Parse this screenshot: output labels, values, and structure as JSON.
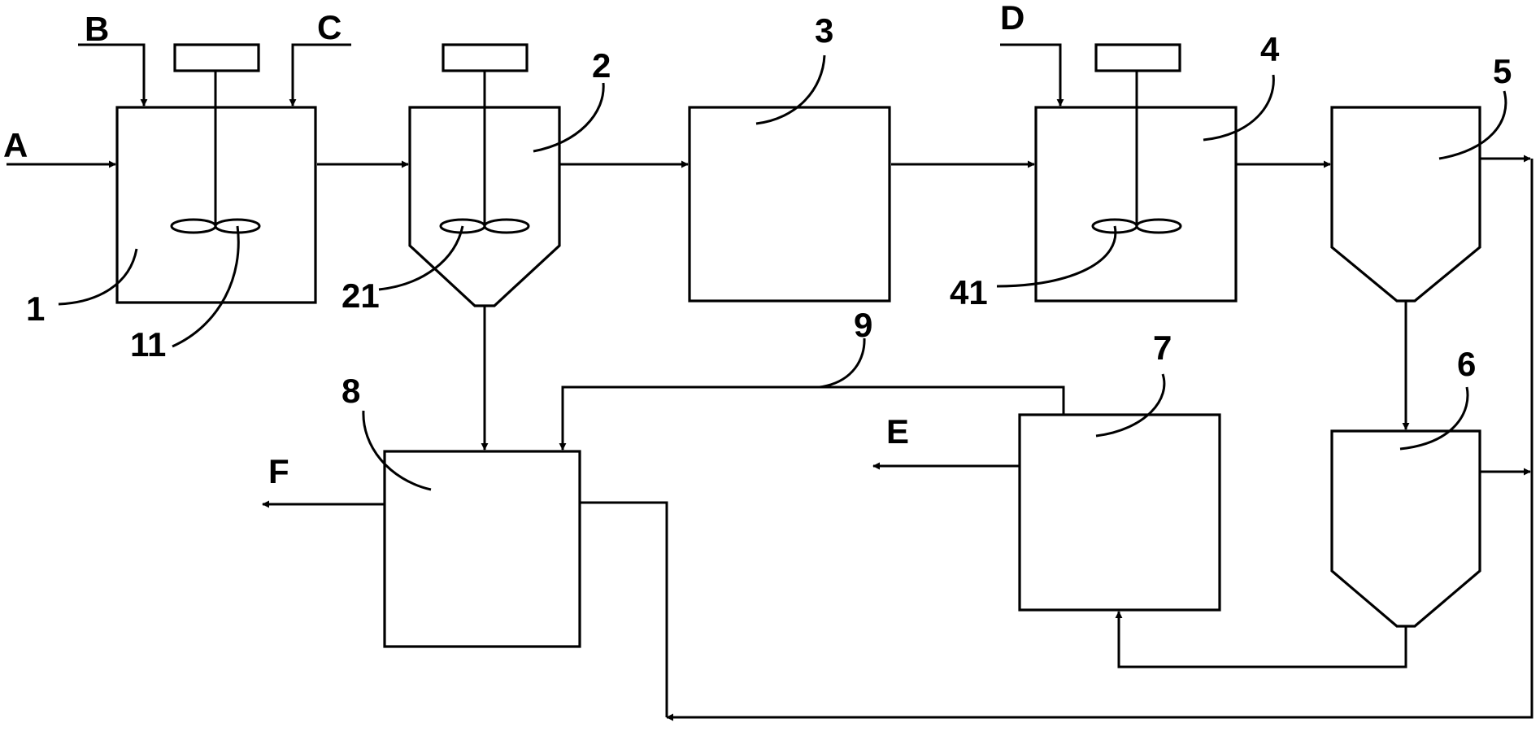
{
  "diagram": {
    "stream_labels": {
      "A": "A",
      "B": "B",
      "C": "C",
      "D": "D",
      "E": "E",
      "F": "F"
    },
    "unit_labels": {
      "u1": "1",
      "u2": "2",
      "u3": "3",
      "u4": "4",
      "u5": "5",
      "u6": "6",
      "u7": "7",
      "u8": "8",
      "u9": "9",
      "u11": "11",
      "u21": "21",
      "u41": "41"
    }
  }
}
